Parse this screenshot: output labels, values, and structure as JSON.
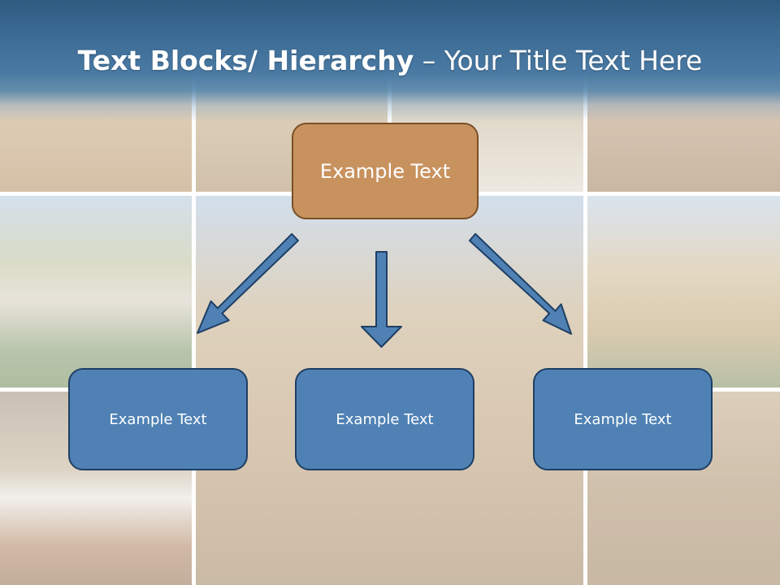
{
  "title": {
    "bold_part": "Text Blocks/ Hierarchy",
    "normal_part": " – Your Title Text Here"
  },
  "hierarchy": {
    "top": "Example Text",
    "children": [
      "Example Text",
      "Example Text",
      "Example Text"
    ]
  },
  "colors": {
    "title_bar": "#3b6a93",
    "top_box_fill": "#c8925f",
    "top_box_border": "#7a4f27",
    "child_box_fill": "#4f81b4",
    "child_box_border": "#1f3f64",
    "arrow_fill": "#4f81b4",
    "arrow_border": "#1f3f64"
  }
}
